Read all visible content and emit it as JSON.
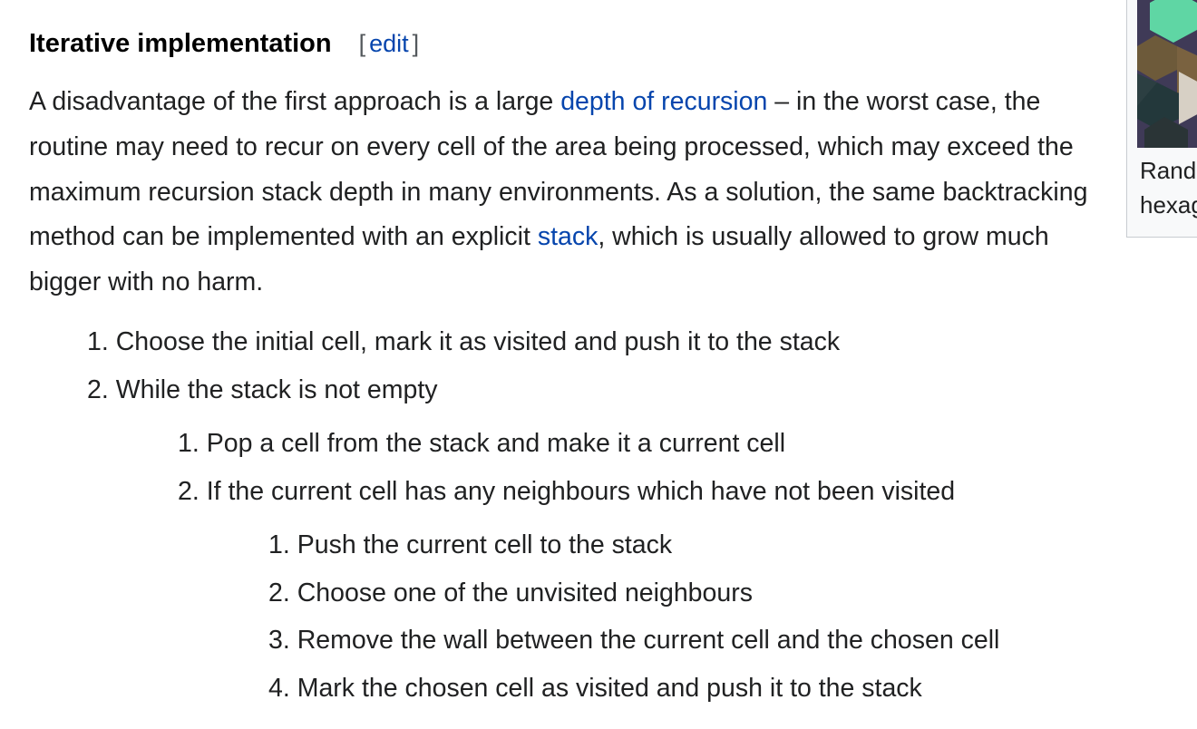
{
  "section": {
    "title": "Iterative implementation",
    "edit_open": "[",
    "edit_label": "edit",
    "edit_close": "]"
  },
  "paragraph": {
    "text_1": "A disadvantage of the first approach is a large ",
    "link_1": "depth of recursion",
    "text_2": " – in the worst case, the routine may need to recur on every cell of the area being processed, which may exceed the maximum recursion stack depth in many environments. As a solution, the same backtracking method can be implemented with an explicit ",
    "link_2": "stack",
    "text_3": ", which is usually allowed to grow much bigger with no harm."
  },
  "steps": {
    "level1": [
      {
        "num": "1.",
        "text": "Choose the initial cell, mark it as visited and push it to the stack"
      },
      {
        "num": "2.",
        "text": "While the stack is not empty"
      }
    ],
    "level2": [
      {
        "num": "1.",
        "text": "Pop a cell from the stack and make it a current cell"
      },
      {
        "num": "2.",
        "text": "If the current cell has any neighbours which have not been visited"
      }
    ],
    "level3": [
      {
        "num": "1.",
        "text": "Push the current cell to the stack"
      },
      {
        "num": "2.",
        "text": "Choose one of the unvisited neighbours"
      },
      {
        "num": "3.",
        "text": "Remove the wall between the current cell and the chosen cell"
      },
      {
        "num": "4.",
        "text": "Mark the chosen cell as visited and push it to the stack"
      }
    ]
  },
  "thumbnail": {
    "caption_line1": "Rand",
    "caption_line2": "hexag"
  }
}
